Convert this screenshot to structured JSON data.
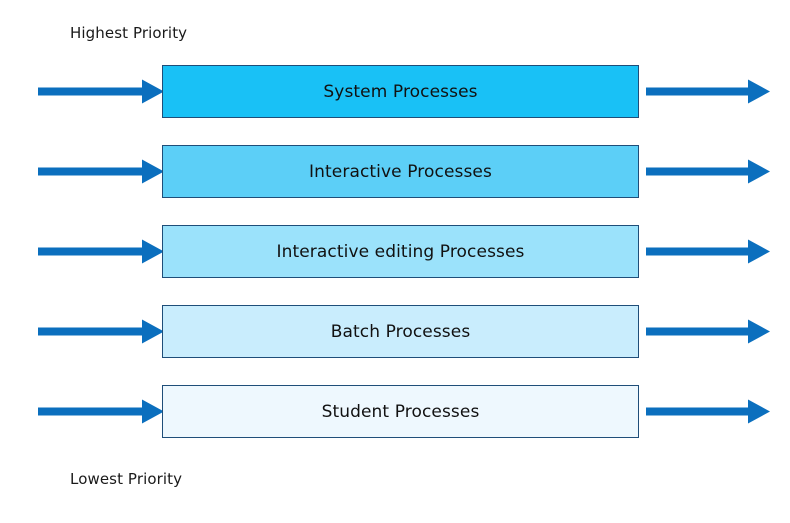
{
  "diagram": {
    "title_top": "Highest Priority",
    "title_bottom": "Lowest Priority",
    "arrow_color": "#0b6fbe",
    "border_color": "#1f4e79",
    "background": "#ffffff",
    "rows": [
      {
        "label": "System Processes",
        "fill": "#19c1f6",
        "priority_rank": 1,
        "in_arrow": "arrow-right-icon",
        "out_arrow": "arrow-right-icon"
      },
      {
        "label": "Interactive Processes",
        "fill": "#5ccff7",
        "priority_rank": 2,
        "in_arrow": "arrow-right-icon",
        "out_arrow": "arrow-right-icon"
      },
      {
        "label": "Interactive editing Processes",
        "fill": "#9be2fb",
        "priority_rank": 3,
        "in_arrow": "arrow-right-icon",
        "out_arrow": "arrow-right-icon"
      },
      {
        "label": "Batch Processes",
        "fill": "#c9edfd",
        "priority_rank": 4,
        "in_arrow": "arrow-right-icon",
        "out_arrow": "arrow-right-icon"
      },
      {
        "label": "Student Processes",
        "fill": "#eef8fe",
        "priority_rank": 5,
        "in_arrow": "arrow-right-icon",
        "out_arrow": "arrow-right-icon"
      }
    ]
  }
}
